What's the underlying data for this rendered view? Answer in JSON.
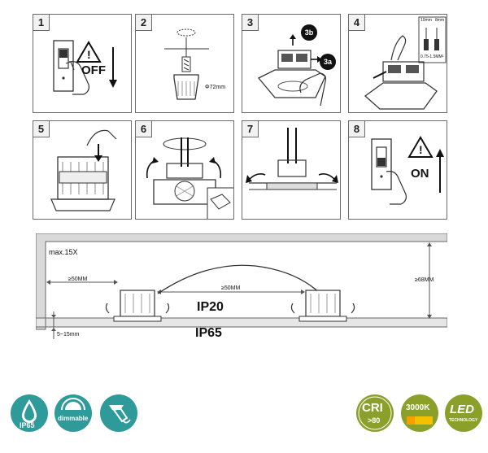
{
  "steps": [
    {
      "number": "1",
      "label": "OFF"
    },
    {
      "number": "2",
      "diameter": "Φ72mm"
    },
    {
      "number": "3",
      "callout_a": "3a",
      "callout_b": "3b"
    },
    {
      "number": "4",
      "strip_label": "10mm",
      "strip_label2": "8mm",
      "wire_spec": "0.75-1.5MM²"
    },
    {
      "number": "5"
    },
    {
      "number": "6"
    },
    {
      "number": "7"
    },
    {
      "number": "8",
      "label": "ON"
    }
  ],
  "installation": {
    "max_label": "max.15X",
    "spacing_side": "≥50MM",
    "spacing_between": "≥50MM",
    "depth": "≥68MM",
    "ceiling_thickness": "5~15mm",
    "ip_top": "IP20",
    "ip_bottom": "IP65"
  },
  "feature_icons": {
    "ip_rating": "IP65",
    "dimmable": "dimmable",
    "cri_main": "CRI",
    "cri_value": ">80",
    "color_temp": "3000K",
    "led_main": "LED",
    "led_sub": "TECHNOLOGY"
  },
  "colors": {
    "teal": "#2f9a9a",
    "panel_border": "#6b6b6b",
    "badge_olive": "#8aa02a",
    "cct_yellow": "#f2c200"
  }
}
